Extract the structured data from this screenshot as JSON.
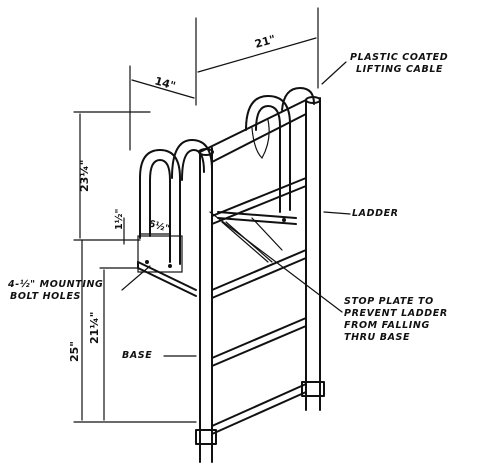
{
  "labels": {
    "plastic_cable": [
      "PLASTIC COATED",
      "LIFTING CABLE"
    ],
    "ladder": "LADDER",
    "stop_plate": [
      "STOP PLATE TO",
      "PREVENT LADDER",
      "FROM FALLING",
      "THRU BASE"
    ],
    "mounting": [
      "4-½\" MOUNTING",
      "BOLT HOLES"
    ],
    "base": "BASE"
  },
  "dimensions": {
    "width_21": "21\"",
    "width_14": "14\"",
    "height_23q": "23¼\"",
    "small_1h": "1½\"",
    "small_6h": "6½\"",
    "height_21q": "21¼\"",
    "height_25": "25\""
  }
}
